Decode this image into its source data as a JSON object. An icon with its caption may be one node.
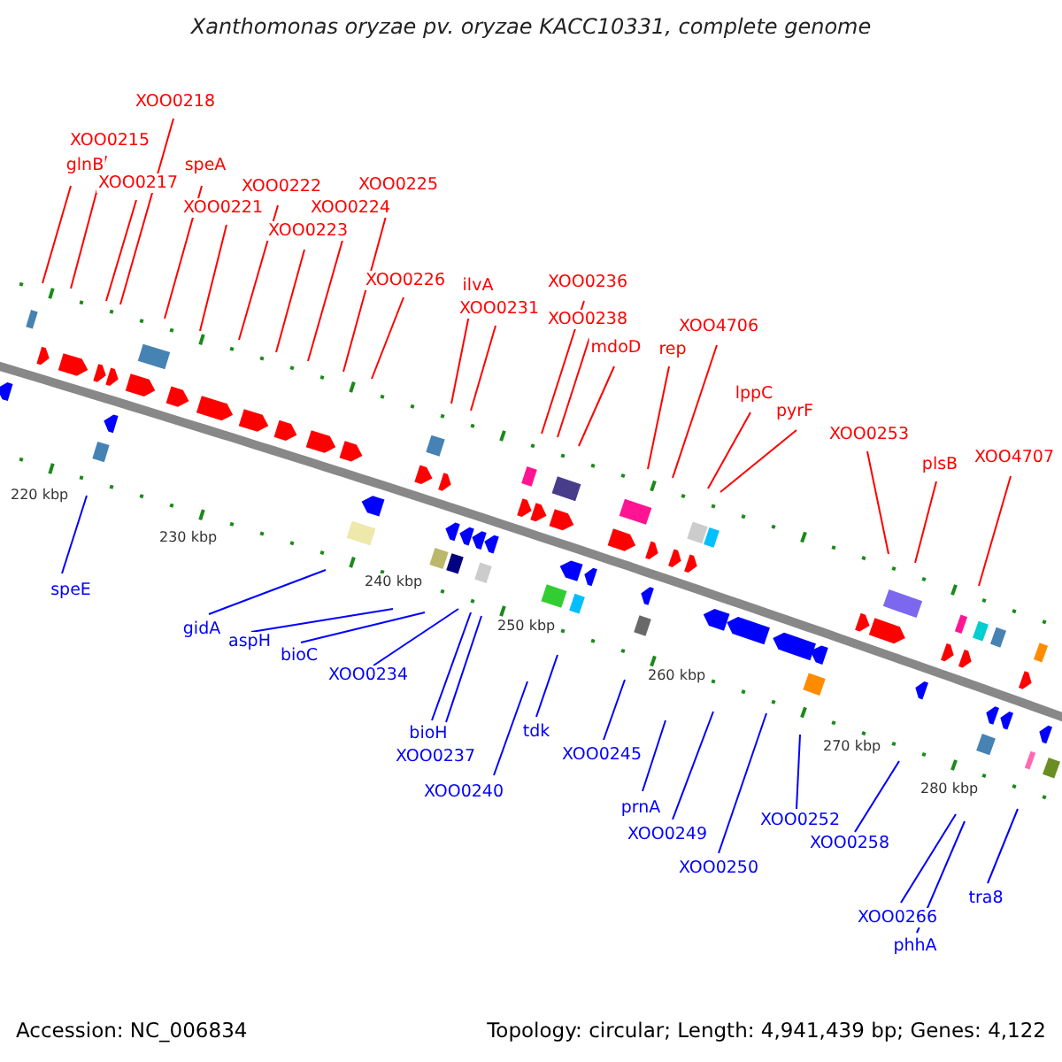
{
  "diagram": {
    "title": "Xanthomonas oryzae pv. oryzae KACC10331, complete genome",
    "nodes": [
      {
        "text": [
          "glnB"
        ]
      },
      {
        "text": [
          "XOO0215"
        ]
      },
      {
        "text": [
          "XOO0217"
        ]
      },
      {
        "text": [
          "XOO0218"
        ]
      },
      {
        "text": [
          "speA"
        ]
      },
      {
        "text": [
          "XOO0221"
        ]
      },
      {
        "text": [
          "XOO0222"
        ]
      },
      {
        "text": [
          "XOO0223"
        ]
      },
      {
        "text": [
          "XOO0224"
        ]
      },
      {
        "text": [
          "XOO0225"
        ]
      },
      {
        "text": [
          "XOO0226"
        ]
      },
      {
        "text": [
          "ilvA"
        ]
      },
      {
        "text": [
          "XOO0231"
        ]
      },
      {
        "text": [
          "XOO0236"
        ]
      },
      {
        "text": [
          "XOO0238"
        ]
      },
      {
        "text": [
          "mdoD"
        ]
      },
      {
        "text": [
          "rep"
        ]
      },
      {
        "text": [
          "XOO4706"
        ]
      },
      {
        "text": [
          "lppC"
        ]
      },
      {
        "text": [
          "pyrF"
        ]
      },
      {
        "text": [
          "XOO0253"
        ]
      },
      {
        "text": [
          "plsB"
        ]
      },
      {
        "text": [
          "XOO4707"
        ]
      },
      {
        "text": [
          "speE"
        ]
      },
      {
        "text": [
          "gidA"
        ]
      },
      {
        "text": [
          "aspH"
        ]
      },
      {
        "text": [
          "bioC"
        ]
      },
      {
        "text": [
          "XOO0234"
        ]
      },
      {
        "text": [
          "bioH"
        ]
      },
      {
        "text": [
          "XOO0237"
        ]
      },
      {
        "text": [
          "XOO0240"
        ]
      },
      {
        "text": [
          "tdk"
        ]
      },
      {
        "text": [
          "XOO0245"
        ]
      },
      {
        "text": [
          "prnA"
        ]
      },
      {
        "text": [
          "XOO0249"
        ]
      },
      {
        "text": [
          "XOO0250"
        ]
      },
      {
        "text": [
          "XOO0252"
        ]
      },
      {
        "text": [
          "XOO0258"
        ]
      },
      {
        "text": [
          "XOO0266"
        ]
      },
      {
        "text": [
          "phhA"
        ]
      },
      {
        "text": [
          "tra8"
        ]
      }
    ],
    "edges": [
      {
        "from": 0,
        "to": null,
        "arrow": "none"
      },
      {
        "from": 1,
        "to": null,
        "arrow": "none"
      },
      {
        "from": 2,
        "to": null,
        "arrow": "none"
      },
      {
        "from": 3,
        "to": null,
        "arrow": "none"
      },
      {
        "from": 4,
        "to": null,
        "arrow": "none"
      },
      {
        "from": 5,
        "to": null,
        "arrow": "none"
      },
      {
        "from": 6,
        "to": null,
        "arrow": "none"
      },
      {
        "from": 7,
        "to": null,
        "arrow": "none"
      },
      {
        "from": 8,
        "to": null,
        "arrow": "none"
      },
      {
        "from": 9,
        "to": null,
        "arrow": "none"
      },
      {
        "from": 10,
        "to": null,
        "arrow": "none"
      },
      {
        "from": 11,
        "to": null,
        "arrow": "none"
      },
      {
        "from": 12,
        "to": null,
        "arrow": "none"
      },
      {
        "from": 13,
        "to": null,
        "arrow": "none"
      },
      {
        "from": 14,
        "to": null,
        "arrow": "none"
      },
      {
        "from": 15,
        "to": null,
        "arrow": "none"
      },
      {
        "from": 16,
        "to": null,
        "arrow": "none"
      },
      {
        "from": 17,
        "to": null,
        "arrow": "none"
      },
      {
        "from": 18,
        "to": null,
        "arrow": "none"
      },
      {
        "from": 19,
        "to": null,
        "arrow": "none"
      },
      {
        "from": 20,
        "to": null,
        "arrow": "none"
      },
      {
        "from": 21,
        "to": null,
        "arrow": "none"
      },
      {
        "from": 22,
        "to": null,
        "arrow": "none"
      },
      {
        "from": 23,
        "to": null,
        "arrow": "none",
        "color": "#0000ff"
      },
      {
        "from": 24,
        "to": null,
        "arrow": "none",
        "color": "#0000ff"
      },
      {
        "from": 25,
        "to": null,
        "arrow": "none",
        "color": "#0000ff"
      },
      {
        "from": 26,
        "to": null,
        "arrow": "none",
        "color": "#0000ff"
      },
      {
        "from": 27,
        "to": null,
        "arrow": "none",
        "color": "#0000ff"
      },
      {
        "from": 28,
        "to": null,
        "arrow": "none",
        "color": "#0000ff"
      },
      {
        "from": 29,
        "to": null,
        "arrow": "none",
        "color": "#0000ff"
      },
      {
        "from": 30,
        "to": null,
        "arrow": "none",
        "color": "#0000ff"
      },
      {
        "from": 31,
        "to": null,
        "arrow": "none",
        "color": "#0000ff"
      },
      {
        "from": 32,
        "to": null,
        "arrow": "none",
        "color": "#0000ff"
      },
      {
        "from": 33,
        "to": null,
        "arrow": "none",
        "color": "#0000ff"
      },
      {
        "from": 34,
        "to": null,
        "arrow": "none",
        "color": "#0000ff"
      },
      {
        "from": 35,
        "to": null,
        "arrow": "none",
        "color": "#0000ff"
      },
      {
        "from": 36,
        "to": null,
        "arrow": "none",
        "color": "#0000ff"
      },
      {
        "from": 37,
        "to": null,
        "arrow": "none",
        "color": "#0000ff"
      },
      {
        "from": 38,
        "to": null,
        "arrow": "none",
        "color": "#0000ff"
      },
      {
        "from": 39,
        "to": null,
        "arrow": "none",
        "color": "#0000ff"
      },
      {
        "from": 40,
        "to": null,
        "arrow": "none",
        "color": "#0000ff"
      }
    ],
    "labels": [
      "220 kbp",
      "230 kbp",
      "240 kbp",
      "250 kbp",
      "260 kbp",
      "270 kbp",
      "280 kbp",
      "Accession: NC_006834",
      "Topology: circular; Length: 4,941,439 bp; Genes: 4,122"
    ]
  }
}
